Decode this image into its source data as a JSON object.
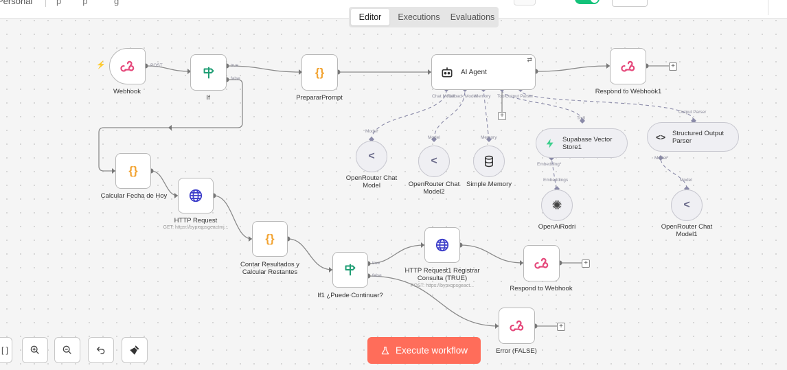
{
  "topbar": {
    "left_text": "Personal",
    "muted_text": "p    p     g"
  },
  "tabs": [
    {
      "label": "Editor"
    },
    {
      "label": "Executions"
    },
    {
      "label": "Evaluations"
    }
  ],
  "nodes": {
    "webhook": {
      "label": "Webhook",
      "port_out": "POST"
    },
    "if": {
      "label": "If",
      "port_true": "true",
      "port_false": "false"
    },
    "preparar_prompt": {
      "label": "PrepararPrompt"
    },
    "ai_agent": {
      "label": "AI Agent",
      "ports": [
        "Chat Model",
        "Fallback Model",
        "Memory",
        "Tool",
        "Output Parser"
      ]
    },
    "respond1": {
      "label": "Respond to Webhook1"
    },
    "openrouter1": {
      "label": "OpenRouter Chat Model",
      "port": "Model"
    },
    "openrouter2": {
      "label": "OpenRouter Chat Model2",
      "port": "Model"
    },
    "simple_memory": {
      "label": "Simple Memory",
      "port": "Memory"
    },
    "supabase": {
      "label": "Supabase Vector Store1",
      "port_top": "Tool",
      "port_bottom": "Embedding*"
    },
    "structured": {
      "label": "Structured Output Parser",
      "port_top": "Output Parser",
      "port_bottom": "Model*"
    },
    "openai": {
      "label": "OpenAiRodri",
      "port": "Embeddings"
    },
    "openrouter_m1": {
      "label": "OpenRouter Chat Model1",
      "port": "Model"
    },
    "calcular": {
      "label": "Calcular Fecha de Hoy"
    },
    "http": {
      "label": "HTTP Request",
      "sub": "GET: https://bypxqpsgeactmj..."
    },
    "contar": {
      "label": "Contar Resultados y Calcular Restantes"
    },
    "if1": {
      "label": "If1 ¿Puede Continuar?",
      "port_true": "true",
      "port_false": "false"
    },
    "http1": {
      "label": "HTTP Request1 Registrar Consulta (TRUE)",
      "sub": "POST: https://bypxqpsgeact..."
    },
    "respond": {
      "label": "Respond to Webhook"
    },
    "error": {
      "label": "Error (FALSE)"
    }
  },
  "toolbar": {
    "execute_label": "Execute workflow"
  },
  "colors": {
    "accent": "#ff6d5a",
    "webhook": "#e5477a",
    "set": "#f2a331",
    "if": "#1f9e74",
    "http": "#3c3dc9",
    "toggle": "#13c27a",
    "wire": "#888888",
    "sub_wire": "#8a8aa8"
  }
}
